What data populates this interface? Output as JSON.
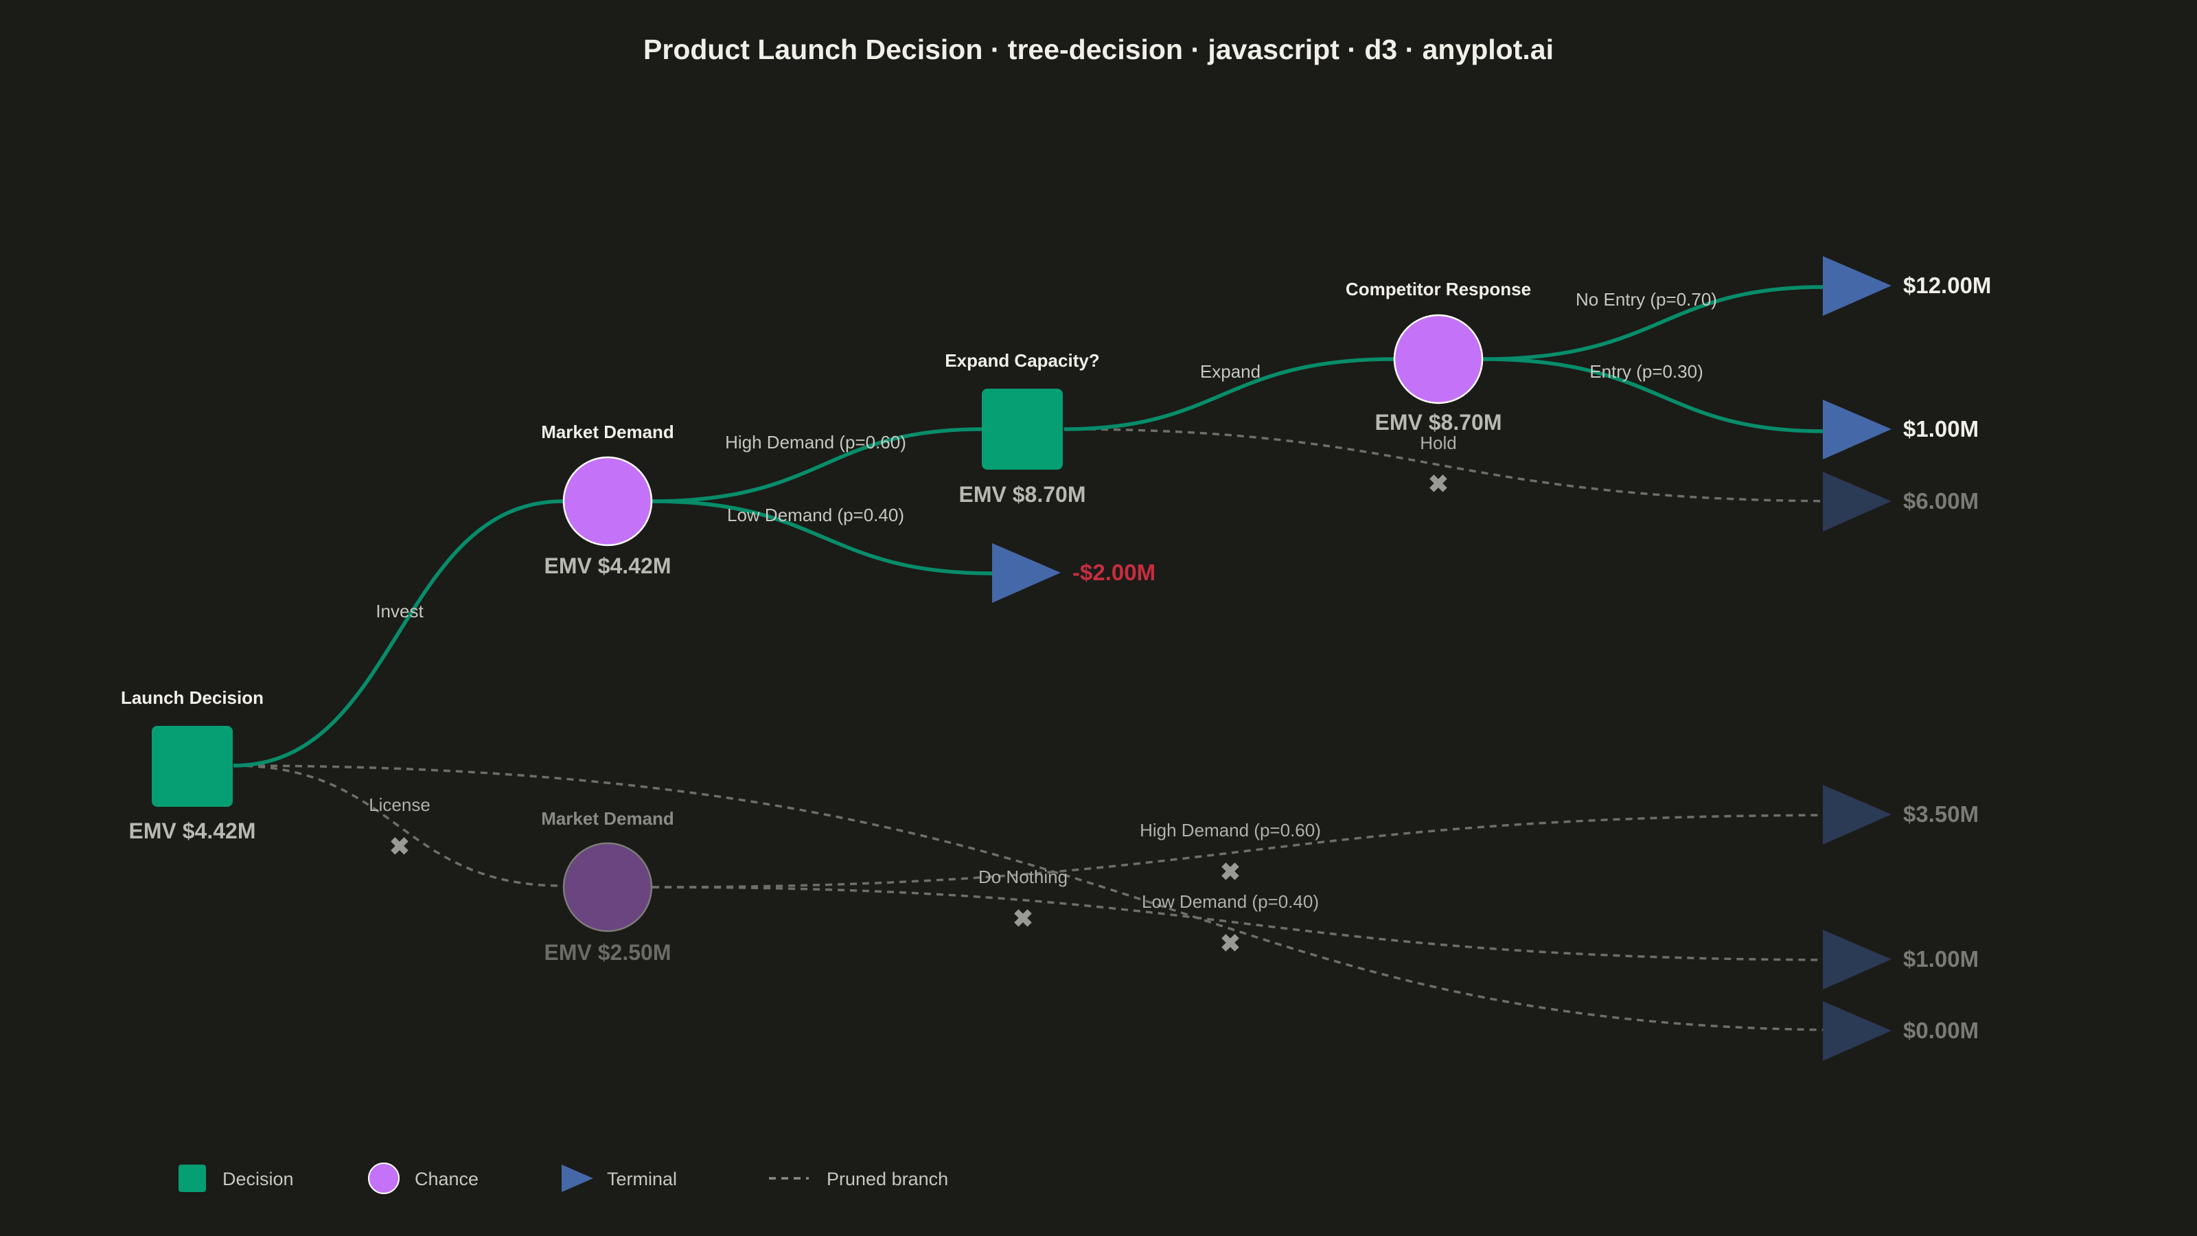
{
  "title": "Product Launch Decision · tree-decision · javascript · d3 · anyplot.ai",
  "colors": {
    "background": "#1b1b18",
    "decision": "#069e73",
    "chance": "#c472f7",
    "terminal": "#4568a8",
    "active_edge": "#078d6a",
    "pruned_edge": "#6e6e6a",
    "negative_payoff": "#c62e3f"
  },
  "nodes": {
    "launch": {
      "type": "decision",
      "title": "Launch Decision",
      "emv": "EMV $4.42M"
    },
    "market_a": {
      "type": "chance",
      "title": "Market Demand",
      "emv": "EMV $4.42M"
    },
    "expand": {
      "type": "decision",
      "title": "Expand Capacity?",
      "emv": "EMV $8.70M"
    },
    "competitor": {
      "type": "chance",
      "title": "Competitor Response",
      "emv": "EMV $8.70M"
    },
    "market_b": {
      "type": "chance",
      "title": "Market Demand",
      "emv": "EMV $2.50M",
      "pruned": true
    }
  },
  "edges": {
    "invest": {
      "label": "Invest"
    },
    "license": {
      "label": "License",
      "pruned": true
    },
    "do_nothing": {
      "label": "Do Nothing",
      "pruned": true
    },
    "high_a": {
      "label": "High Demand (p=0.60)"
    },
    "low_a": {
      "label": "Low Demand (p=0.40)"
    },
    "expand_branch": {
      "label": "Expand"
    },
    "hold": {
      "label": "Hold",
      "pruned": true
    },
    "no_entry": {
      "label": "No Entry (p=0.70)"
    },
    "entry": {
      "label": "Entry (p=0.30)"
    },
    "high_b": {
      "label": "High Demand (p=0.60)",
      "pruned": true
    },
    "low_b": {
      "label": "Low Demand (p=0.40)",
      "pruned": true
    }
  },
  "terminals": {
    "t_no_entry": {
      "payoff": "$12.00M"
    },
    "t_entry": {
      "payoff": "$1.00M"
    },
    "t_hold": {
      "payoff": "$6.00M",
      "pruned": true
    },
    "t_low_a": {
      "payoff": "-$2.00M",
      "negative": true
    },
    "t_high_b": {
      "payoff": "$3.50M",
      "pruned": true
    },
    "t_low_b": {
      "payoff": "$1.00M",
      "pruned": true
    },
    "t_nothing": {
      "payoff": "$0.00M",
      "pruned": true
    }
  },
  "pruned_marker": "✖",
  "legend": {
    "decision": "Decision",
    "chance": "Chance",
    "terminal": "Terminal",
    "pruned": "Pruned branch"
  }
}
